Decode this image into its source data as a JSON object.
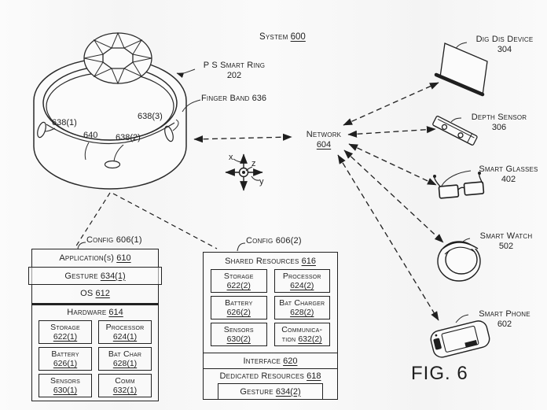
{
  "figure": {
    "system": {
      "label": "System",
      "ref": "600"
    },
    "fig_caption": "FIG. 6",
    "colors": {
      "ink": "#1f1f1f",
      "paper": "#fafafa"
    }
  },
  "ring": {
    "title": {
      "label": "P S Smart Ring",
      "ref": "202"
    },
    "band": {
      "label": "Finger Band",
      "ref": "636"
    },
    "parts": [
      {
        "label": "638(1)"
      },
      {
        "label": "640"
      },
      {
        "label": "638(2)"
      },
      {
        "label": "638(3)"
      }
    ]
  },
  "network": {
    "label": "Network",
    "ref": "604"
  },
  "axes": {
    "x": "x",
    "y": "y",
    "z": "z"
  },
  "devices": [
    {
      "name": "Dig Dis Device",
      "ref": "304"
    },
    {
      "name": "Depth Sensor",
      "ref": "306"
    },
    {
      "name": "Smart Glasses",
      "ref": "402"
    },
    {
      "name": "Smart Watch",
      "ref": "502"
    },
    {
      "name": "Smart Phone",
      "ref": "602"
    }
  ],
  "config1": {
    "title": "Config 606(1)",
    "applications": {
      "label": "Application(s)",
      "ref": "610"
    },
    "gesture": {
      "label": "Gesture",
      "ref": "634(1)"
    },
    "os": {
      "label": "OS",
      "ref": "612"
    },
    "hardware": {
      "label": "Hardware",
      "ref": "614"
    },
    "cells": [
      {
        "l1": "Storage",
        "l2": "",
        "ref": "622(1)"
      },
      {
        "l1": "Processor",
        "l2": "",
        "ref": "624(1)"
      },
      {
        "l1": "Battery",
        "l2": "",
        "ref": "626(1)"
      },
      {
        "l1": "Bat Char",
        "l2": "",
        "ref": "628(1)"
      },
      {
        "l1": "Sensors",
        "l2": "",
        "ref": "630(1)"
      },
      {
        "l1": "Comm",
        "l2": "",
        "ref": "632(1)"
      }
    ]
  },
  "config2": {
    "title": "Config 606(2)",
    "shared": {
      "label": "Shared Resources",
      "ref": "616"
    },
    "cells": [
      {
        "l1": "Storage",
        "l2": "",
        "ref": "622(2)"
      },
      {
        "l1": "Processor",
        "l2": "",
        "ref": "624(2)"
      },
      {
        "l1": "Battery",
        "l2": "",
        "ref": "626(2)"
      },
      {
        "l1": "Bat Charger",
        "l2": "",
        "ref": "628(2)"
      },
      {
        "l1": "Sensors",
        "l2": "",
        "ref": "630(2)"
      },
      {
        "l1": "Communica-",
        "l2": "tion",
        "ref": "632(2)"
      }
    ],
    "interface": {
      "label": "Interface",
      "ref": "620"
    },
    "dedicated": {
      "label": "Dedicated Resources",
      "ref": "618"
    },
    "gesture": {
      "label": "Gesture",
      "ref": "634(2)"
    }
  }
}
